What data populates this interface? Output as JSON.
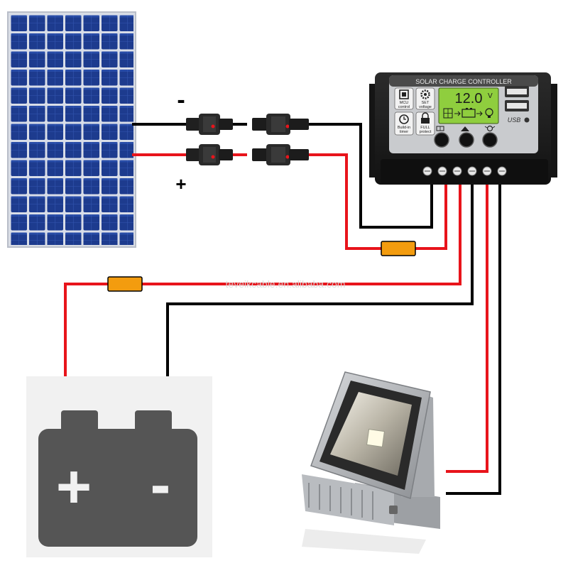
{
  "panel_signs": {
    "negative": "-",
    "positive": "+"
  },
  "controller": {
    "title": "SOLAR CHARGE CONTROLLER",
    "display_value": "12.0",
    "display_unit": "V",
    "usb_label": "USB",
    "features": [
      {
        "line1": "MCU",
        "line2": "control",
        "icon": "chip-icon"
      },
      {
        "line1": "SET",
        "line2": "voltage",
        "icon": "gear-icon"
      },
      {
        "line1": "Build-in",
        "line2": "timer",
        "icon": "clock-icon"
      },
      {
        "line1": "FULL",
        "line2": "protect",
        "icon": "lock-icon"
      }
    ],
    "button_icons": [
      "panel-icon",
      "warning-icon",
      "bulb-icon"
    ]
  },
  "watermark": "teveikcable.en.alibaba.com",
  "battery_signs": {
    "positive": "+",
    "negative": "-"
  },
  "colors": {
    "positive_wire": "#e8141b",
    "negative_wire": "#000000",
    "fuse": "#f39c0f",
    "battery": "#555555",
    "panel_cell": "#1c3a8c",
    "controller_body": "#1e1e1e",
    "lcd": "#8fce3e"
  }
}
